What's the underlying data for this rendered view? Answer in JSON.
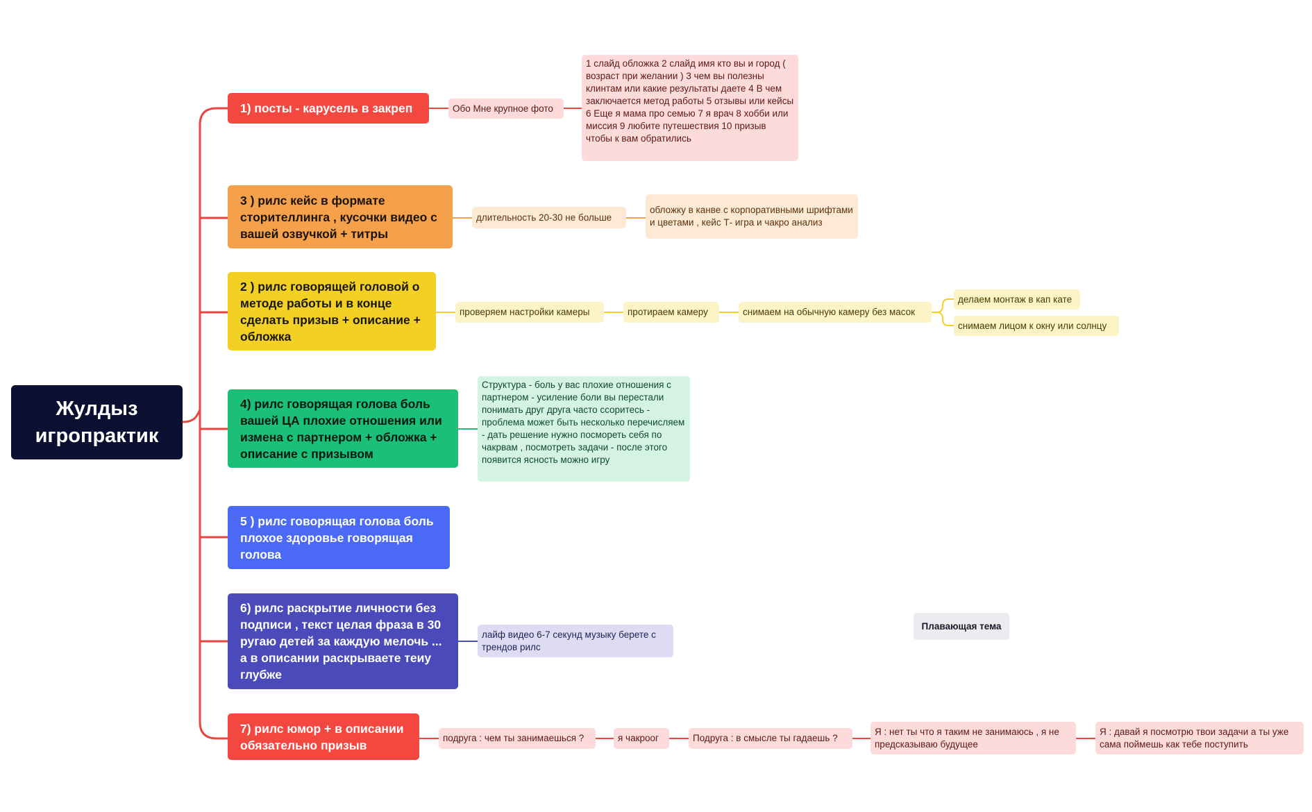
{
  "root": {
    "label": "Жулдыз игропрактик"
  },
  "floating_topic": "Плавающая тема",
  "colors": {
    "connector_main": "#e8463f",
    "red": "#f24840",
    "orange": "#f5a04a",
    "yellow": "#f2d024",
    "green": "#1bbf77",
    "blue": "#4a6af5",
    "indigo": "#4a4aba",
    "root": "#0b1032"
  },
  "branches": [
    {
      "label": "1) посты - карусель в закреп",
      "children": [
        "Обо Мне крупное фото",
        "1 слайд обложка 2 слайд имя кто вы и город ( возраст при желании ) 3 чем вы полезны клинтам или какие результаты даете 4 В чем заключается метод работы 5 отзывы или кейсы 6 Еще я мама про семью 7 я врач  8 хобби или миссия 9 любите путешествия 10 призыв чтобы к вам обратились"
      ]
    },
    {
      "label": "3 ) рилс кейс в формате сторителлинга , кусочки видео с вашей озвучкой + титры",
      "children": [
        "длительность 20-30 не больше",
        "обложку в канве с корпоративными шрифтами и цветами , кейс Т- игра и чакро анализ"
      ]
    },
    {
      "label": "2 ) рилс говорящей головой о методе работы и в конце сделать призыв + описание + обложка",
      "children": [
        "проверяем настройки камеры",
        "протираем камеру",
        "снимаем на обычную камеру без масок",
        "делаем монтаж в кап кате",
        "снимаем лицом к окну или солнцу"
      ]
    },
    {
      "label": "4) рилс говорящая голова боль вашей ЦА плохие отношения или измена с партнером + обложка + описание с призывом",
      "children": [
        "Структура - боль у вас плохие отношения с партнером - усиление боли вы перестали понимать друг друга часто ссоритесь - проблема может быть несколько перечисляем - дать решение нужно посмореть себя по чакрвам , посмотреть задачи - после этого появится ясность можно игру"
      ]
    },
    {
      "label": "5 ) рилс говорящая голова боль плохое здоровье говорящая голова",
      "children": []
    },
    {
      "label": "6) рилс раскрытие личности без подписи , текст целая фраза в 30 ругаю детей за каждую мелочь ... а в описании раскрываете теиу глубже",
      "children": [
        "лайф видео 6-7 секунд музыку берете с трендов рилс"
      ]
    },
    {
      "label": "7) рилс юмор + в описании обязательно призыв",
      "children": [
        "подруга : чем ты занимаешься ?",
        "я чакроог",
        "Подруга : в смысле ты гадаешь ?",
        "Я : нет ты что я таким не занимаюсь , я не предсказываю будущее",
        "Я : давай я посмотрю твои задачи а ты уже сама поймешь как тебе поступить"
      ]
    }
  ]
}
